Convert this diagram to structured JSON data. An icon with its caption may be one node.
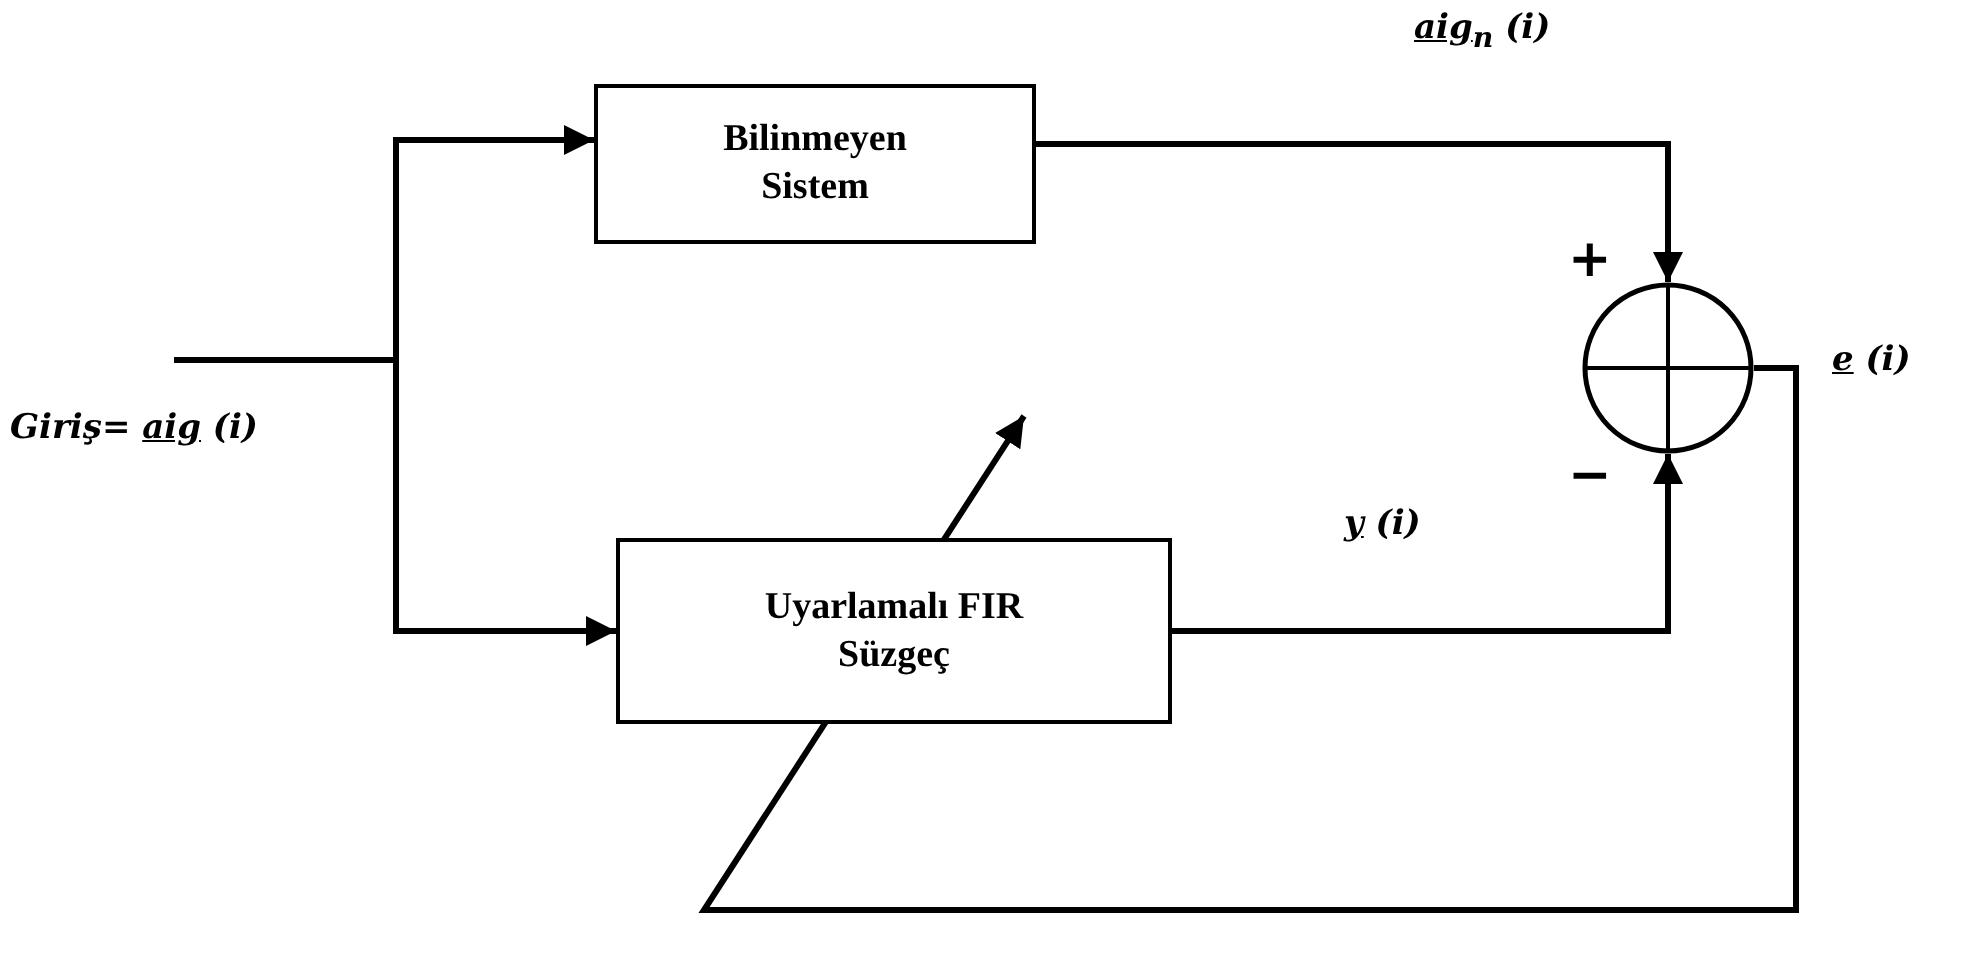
{
  "diagram": {
    "nodes": [
      {
        "text": [
          "Giriş= **aig** (i)"
        ]
      },
      {
        "text": [
          "Bilinmeyen Sistem"
        ]
      },
      {
        "text": [
          "Uyarlamalı FIR Süzgeç"
        ]
      },
      {
        "text": [],
        "shape": "circle"
      }
    ],
    "edges": [
      {
        "from": 0,
        "to": 1,
        "arrow": "to"
      },
      {
        "from": 0,
        "to": 2,
        "arrow": "to"
      },
      {
        "from": 1,
        "to": 3,
        "arrow": "to",
        "label": "**aig$_{n}$** (i)"
      },
      {
        "from": 2,
        "to": 3,
        "arrow": "to",
        "label": "**y** (i)"
      },
      {
        "from": 3,
        "to": null,
        "arrow": "to",
        "label": "**e** (i)"
      }
    ],
    "labels": [
      "+",
      "−"
    ]
  }
}
